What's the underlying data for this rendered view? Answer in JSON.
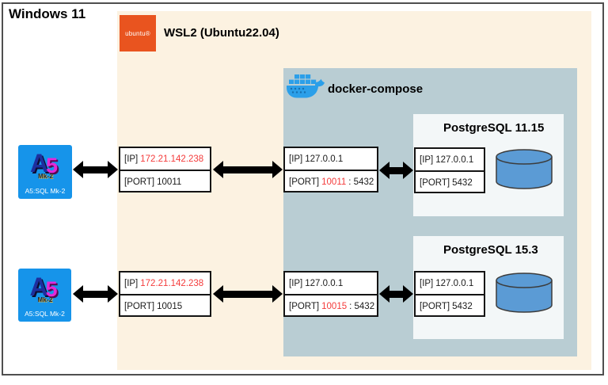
{
  "window": {
    "os_label": "Windows 11"
  },
  "wsl2": {
    "title": "WSL2 (Ubuntu22.04)",
    "logo_text": "ubuntu®"
  },
  "docker": {
    "title": "docker-compose"
  },
  "clients": [
    {
      "caption": "A5:SQL Mk-2",
      "logo_a": "A",
      "logo_5": "5",
      "logo_mk": "Mk-2"
    },
    {
      "caption": "A5:SQL Mk-2",
      "logo_a": "A",
      "logo_5": "5",
      "logo_mk": "Mk-2"
    }
  ],
  "rows": [
    {
      "client": {
        "ip_label": "[IP]",
        "ip": "172.21.142.238",
        "port_label": "[PORT]",
        "port": "10011"
      },
      "docker": {
        "ip_label": "[IP]",
        "ip": "127.0.0.1",
        "port_label": "[PORT]",
        "port_host": "10011",
        "port_suffix": ": 5432"
      },
      "pg": {
        "title": "PostgreSQL 11.15",
        "ip_label": "[IP]",
        "ip": "127.0.0.1",
        "port_label": "[PORT]",
        "port": "5432"
      }
    },
    {
      "client": {
        "ip_label": "[IP]",
        "ip": "172.21.142.238",
        "port_label": "[PORT]",
        "port": "10015"
      },
      "docker": {
        "ip_label": "[IP]",
        "ip": "127.0.0.1",
        "port_label": "[PORT]",
        "port_host": "10015",
        "port_suffix": ": 5432"
      },
      "pg": {
        "title": "PostgreSQL 15.3",
        "ip_label": "[IP]",
        "ip": "127.0.0.1",
        "port_label": "[PORT]",
        "port": "5432"
      }
    }
  ],
  "colors": {
    "highlight_red": "#f43b3b",
    "wsl_background": "#fcf2e1",
    "docker_background": "#b9cdd3",
    "ubuntu_orange": "#e9541f",
    "docker_blue": "#2b9fe9",
    "database_blue": "#5b9bd5",
    "a5_icon_blue": "#1694ea"
  }
}
